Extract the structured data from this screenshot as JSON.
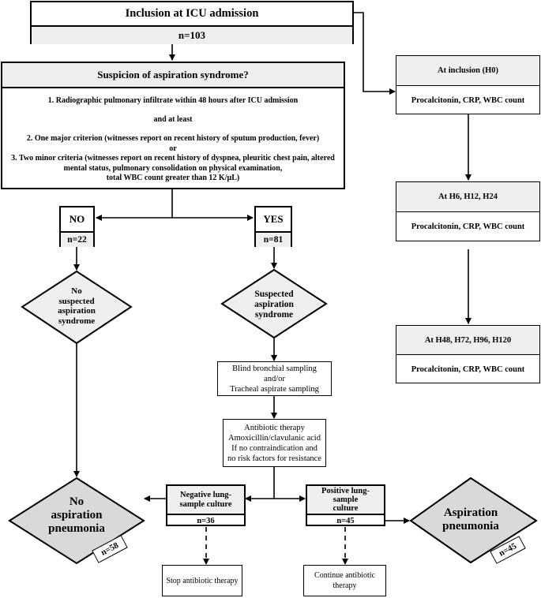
{
  "inclusion": {
    "title": "Inclusion at ICU admission",
    "n": "n=103"
  },
  "suspicion": {
    "title": "Suspicion of aspiration syndrome?",
    "criterion1": "1.   Radiographic pulmonary infiltrate within 48 hours after ICU admission",
    "at_least": "and at least",
    "criterion2": "2. One major criterion (witnesses report  on recent history of sputum production, fever)",
    "or": "or",
    "criterion3_line1": "3. Two minor criteria (witnesses report on recent history of dyspnea, pleuritic chest pain, altered",
    "criterion3_line2": "mental status, pulmonary consolidation on physical examination,",
    "criterion3_line3": "total WBC count greater than 12 K/µL)"
  },
  "no_branch": {
    "label": "NO",
    "n": "n=22",
    "diamond_line1": "No",
    "diamond_line2": "suspected",
    "diamond_line3": "aspiration",
    "diamond_line4": "syndrome"
  },
  "yes_branch": {
    "label": "YES",
    "n": "n=81",
    "diamond_line1": "Suspected",
    "diamond_line2": "aspiration",
    "diamond_line3": "syndrome"
  },
  "sampling": {
    "line1": "Blind bronchial sampling",
    "line2": "and/or",
    "line3": "Tracheal aspirate sampling"
  },
  "antibiotic": {
    "line1": "Antibiotic therapy",
    "line2": "Amoxicillin/clavulanic acid",
    "line3": "If no contraindication and",
    "line4": "no risk factors for resistance"
  },
  "negative_culture": {
    "line1": "Negative lung-",
    "line2": "sample culture",
    "n": "n=36"
  },
  "positive_culture": {
    "line1": "Positive lung-",
    "line2": "sample",
    "line3": "culture",
    "n": "n=45"
  },
  "no_pneumonia": {
    "line1": "No",
    "line2": "aspiration",
    "line3": "pneumonia",
    "n": "n=58"
  },
  "pneumonia": {
    "line1": "Aspiration",
    "line2": "pneumonia",
    "n": "n=45"
  },
  "stop_therapy": {
    "label": "Stop antibiotic therapy"
  },
  "continue_therapy": {
    "line1": "Continue antibiotic",
    "line2": "therapy"
  },
  "timeline": {
    "h0": {
      "title": "At inclusion (H0)",
      "markers": "Procalcitonin, CRP, WBC count"
    },
    "h6": {
      "title": "At  H6, H12, H24",
      "markers": "Procalcitonin, CRP, WBC count"
    },
    "h48": {
      "title": "At H48, H72, H96, H120",
      "markers": "Procalcitonin, CRP, WBC count"
    }
  }
}
